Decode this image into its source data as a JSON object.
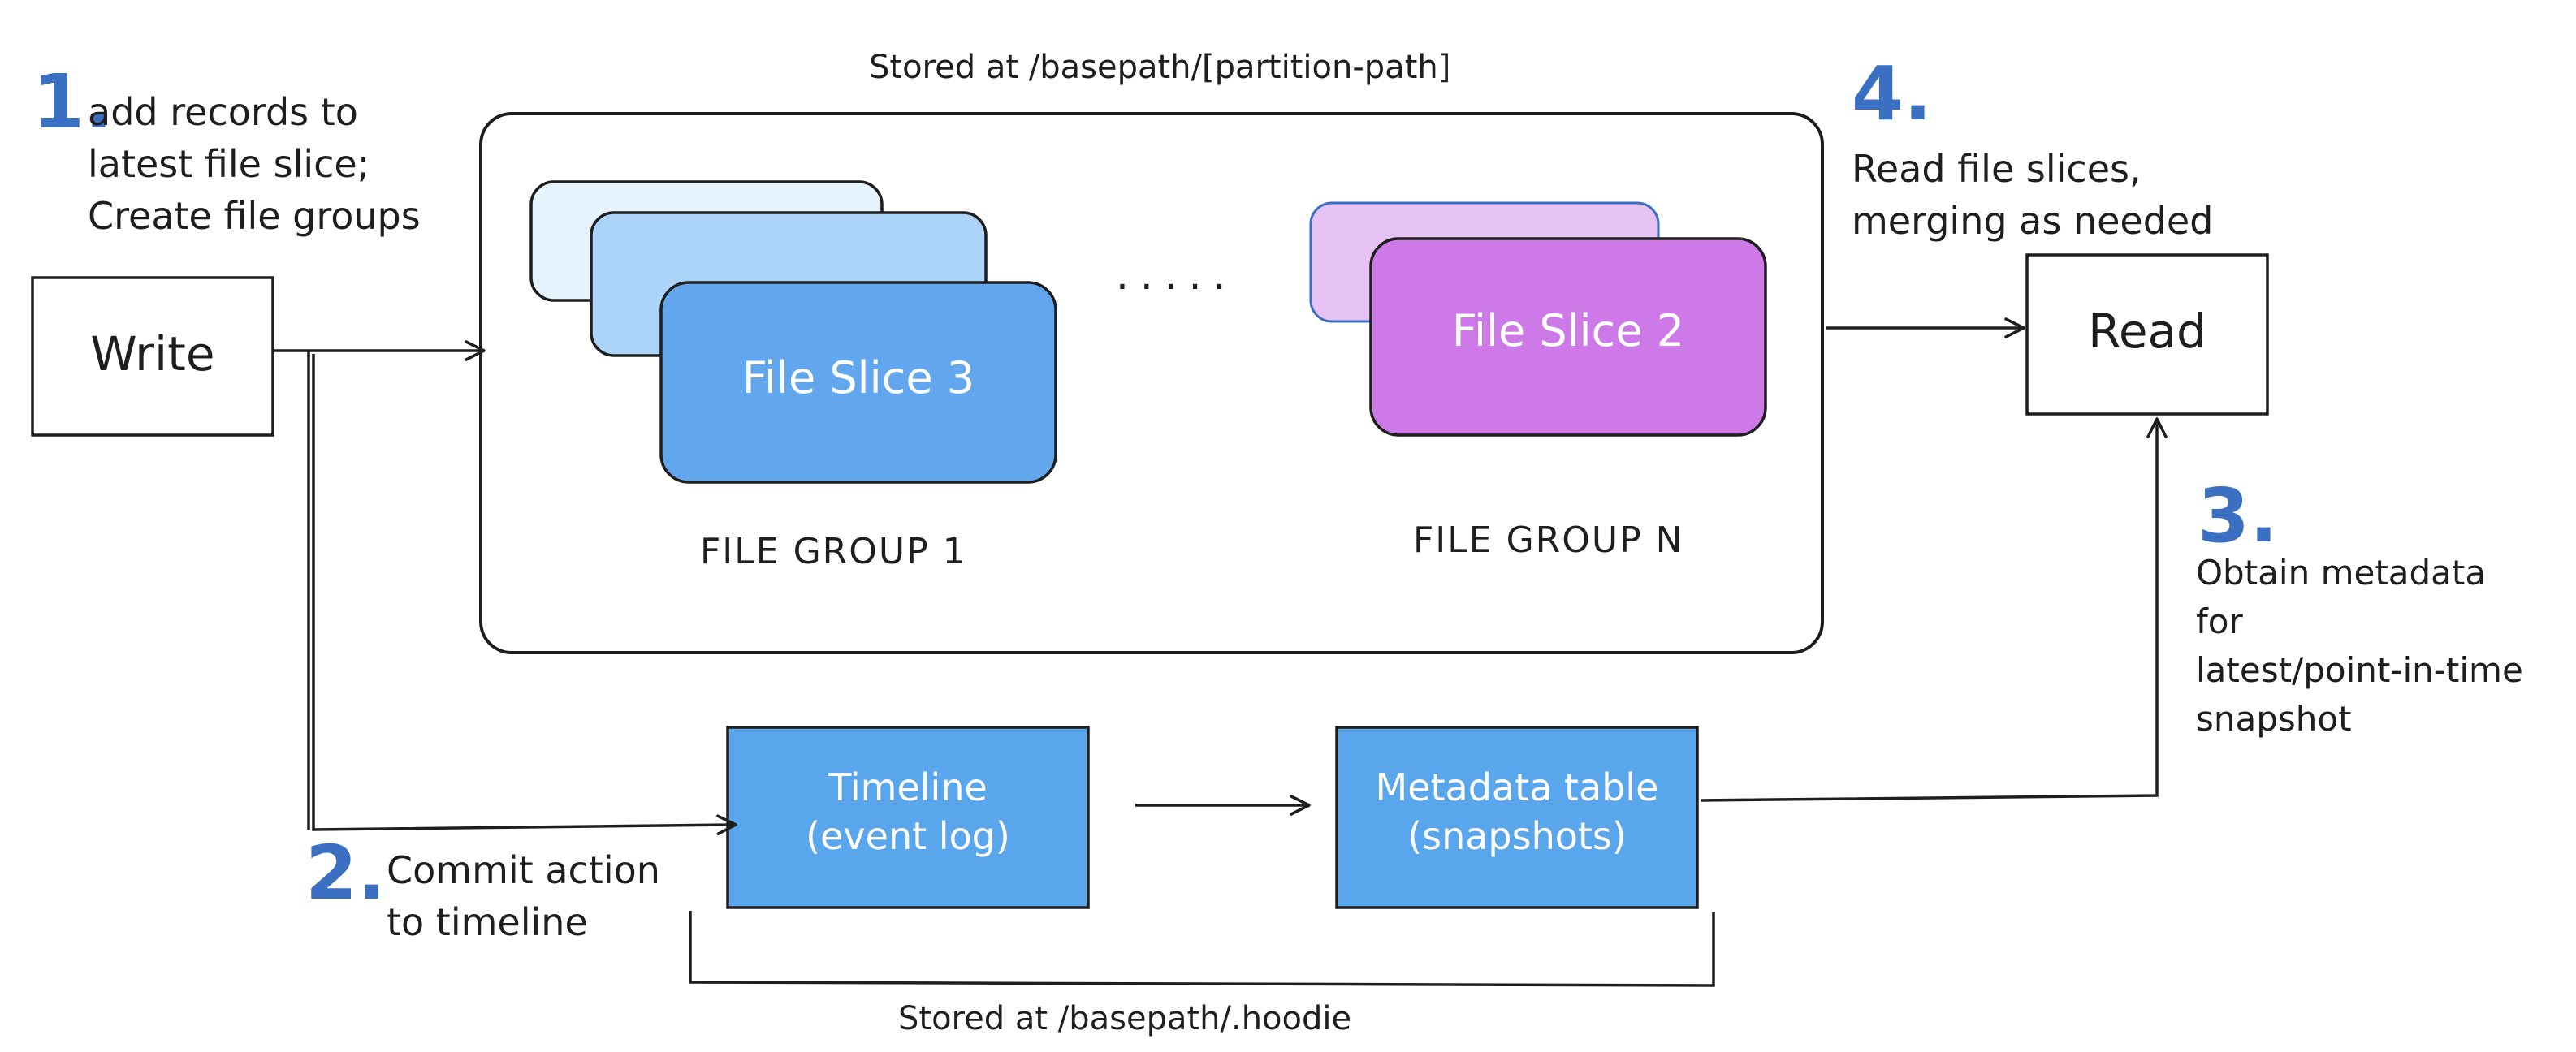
{
  "colors": {
    "stroke": "#1e1e1e",
    "step_number": "#3b6fc2",
    "slice_light": "#e7f3fc",
    "slice_mid": "#acd3f8",
    "slice_main": "#62a6ee",
    "slice_purple_light": "#e6c1f3",
    "slice_purple": "#cd7ae8",
    "timeline_fill": "#5aa6ec"
  },
  "steps": {
    "one": {
      "number": "1.",
      "lines": [
        "add records to",
        "latest file slice;",
        "Create file groups"
      ]
    },
    "two": {
      "number": "2.",
      "lines": [
        "Commit action",
        "to timeline"
      ]
    },
    "three": {
      "number": "3.",
      "lines": [
        "Obtain metadata",
        "for",
        "latest/point-in-time",
        "snapshot"
      ]
    },
    "four": {
      "number": "4.",
      "lines": [
        "Read file slices,",
        "merging as needed"
      ]
    }
  },
  "captions": {
    "partition_storage": "Stored at /basepath/[partition-path]",
    "hoodie_storage": "Stored at /basepath/.hoodie"
  },
  "boxes": {
    "write": "Write",
    "read": "Read",
    "timeline": [
      "Timeline",
      "(event log)"
    ],
    "metadata": [
      "Metadata table",
      "(snapshots)"
    ]
  },
  "file_groups": {
    "group_1": {
      "label": "FILE GROUP 1",
      "slice": "File Slice 3"
    },
    "group_n": {
      "label": "FILE GROUP N",
      "slice": "File Slice 2"
    },
    "separator": "....."
  }
}
